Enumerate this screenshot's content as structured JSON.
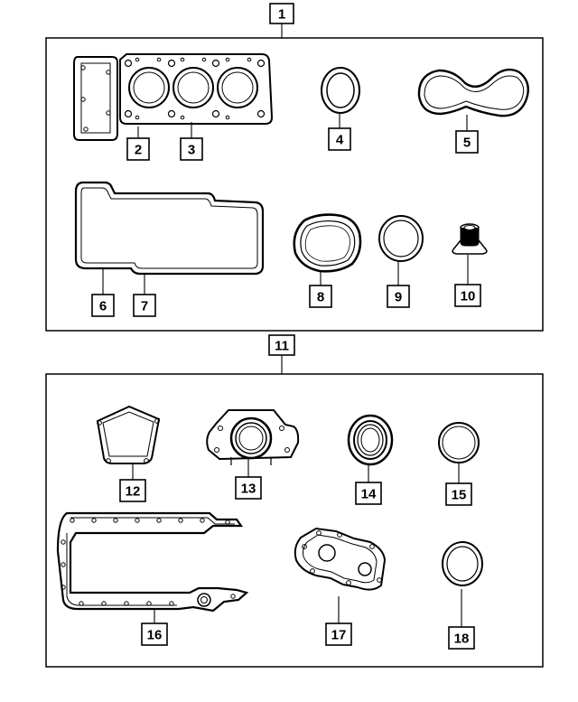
{
  "diagram": {
    "title": "",
    "kits": [
      {
        "id": "kit-upper",
        "label": "1"
      },
      {
        "id": "kit-lower",
        "label": "11"
      }
    ],
    "callouts": [
      {
        "id": "2",
        "label": "2"
      },
      {
        "id": "3",
        "label": "3"
      },
      {
        "id": "4",
        "label": "4"
      },
      {
        "id": "5",
        "label": "5"
      },
      {
        "id": "6",
        "label": "6"
      },
      {
        "id": "7",
        "label": "7"
      },
      {
        "id": "8",
        "label": "8"
      },
      {
        "id": "9",
        "label": "9"
      },
      {
        "id": "10",
        "label": "10"
      },
      {
        "id": "12",
        "label": "12"
      },
      {
        "id": "13",
        "label": "13"
      },
      {
        "id": "14",
        "label": "14"
      },
      {
        "id": "15",
        "label": "15"
      },
      {
        "id": "16",
        "label": "16"
      },
      {
        "id": "17",
        "label": "17"
      },
      {
        "id": "18",
        "label": "18"
      }
    ],
    "line_color": "#000000",
    "background": "#ffffff"
  }
}
